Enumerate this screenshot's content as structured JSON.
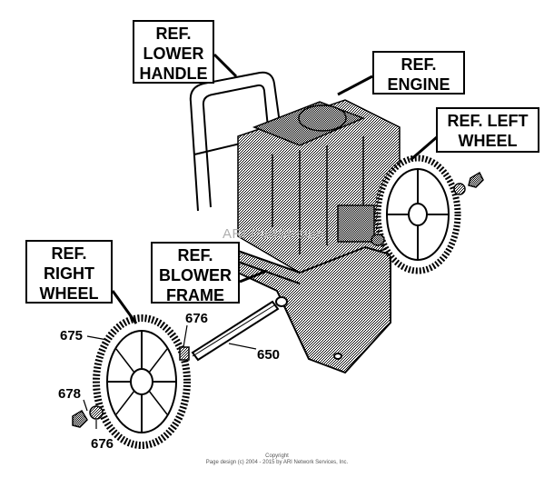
{
  "callouts": {
    "lower_handle": "REF.\nLOWER\nHANDLE",
    "engine": "REF.\nENGINE",
    "left_wheel": "REF. LEFT\nWHEEL",
    "right_wheel": "REF.\nRIGHT\nWHEEL",
    "blower_frame": "REF.\nBLOWER\nFRAME"
  },
  "part_numbers": {
    "p675": "675",
    "p676_upper": "676",
    "p650": "650",
    "p678": "678",
    "p676_lower": "676"
  },
  "watermark": "ARI PartStream",
  "footer": {
    "line1": "Copyright",
    "line2": "Page design (c) 2004 - 2015 by ARI Network Services, Inc."
  }
}
